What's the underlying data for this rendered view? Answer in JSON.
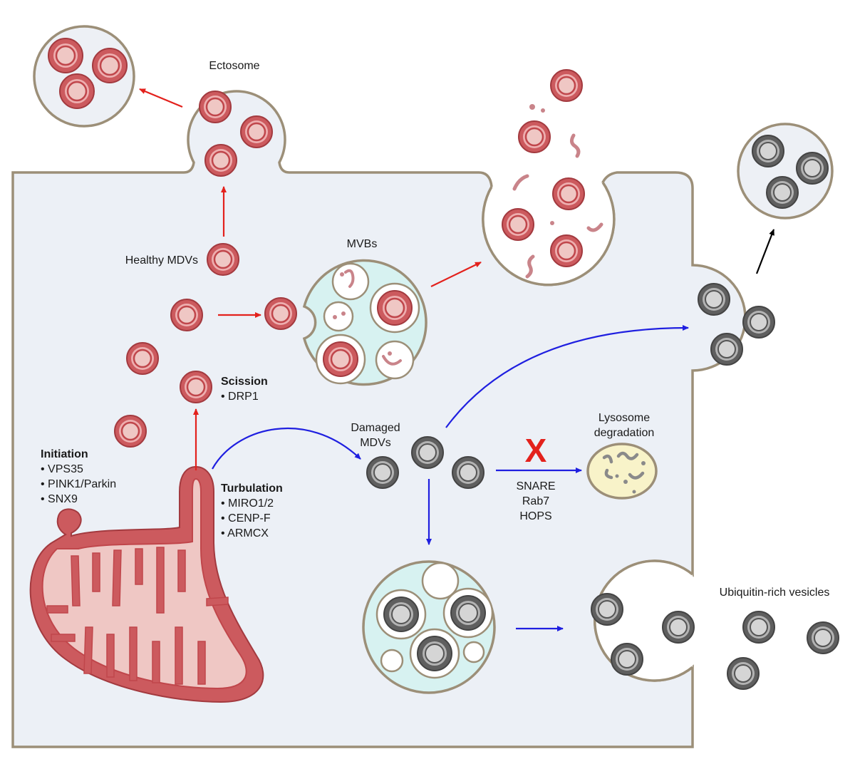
{
  "labels": {
    "ectosome": "Ectosome",
    "healthy_mdvs": "Healthy MDVs",
    "mvbs": "MVBs",
    "scission_title": "Scission",
    "scission_items": [
      "• DRP1"
    ],
    "initiation_title": "Initiation",
    "initiation_items": [
      "• VPS35",
      "• PINK1/Parkin",
      "• SNX9"
    ],
    "turbulation_title": "Turbulation",
    "turbulation_items": [
      "• MIRO1/2",
      "• CENP-F",
      "• ARMCX"
    ],
    "damaged_mdvs": [
      "Damaged",
      "MDVs"
    ],
    "lysosome": [
      "Lysosome",
      "degradation"
    ],
    "blocked_mark": "X",
    "snare_factors": [
      "SNARE",
      "Rab7",
      "HOPS"
    ],
    "ubiquitin_vesicles": "Ubiquitin-rich vesicles"
  },
  "colors": {
    "cytoplasm": "#ecf0f6",
    "membrane": "#9c8f78",
    "healthy_vesicle": "#cc5a5e",
    "damaged_vesicle": "#5f5f5f",
    "mvb_lumen": "#d7f2f1",
    "lysosome": "#f8f3c9",
    "mitochondrion": "#cc5a5e",
    "healthy_route_arrow": "#e3211c",
    "damaged_route_arrow": "#1f1fe0",
    "release_arrow": "#000000"
  }
}
